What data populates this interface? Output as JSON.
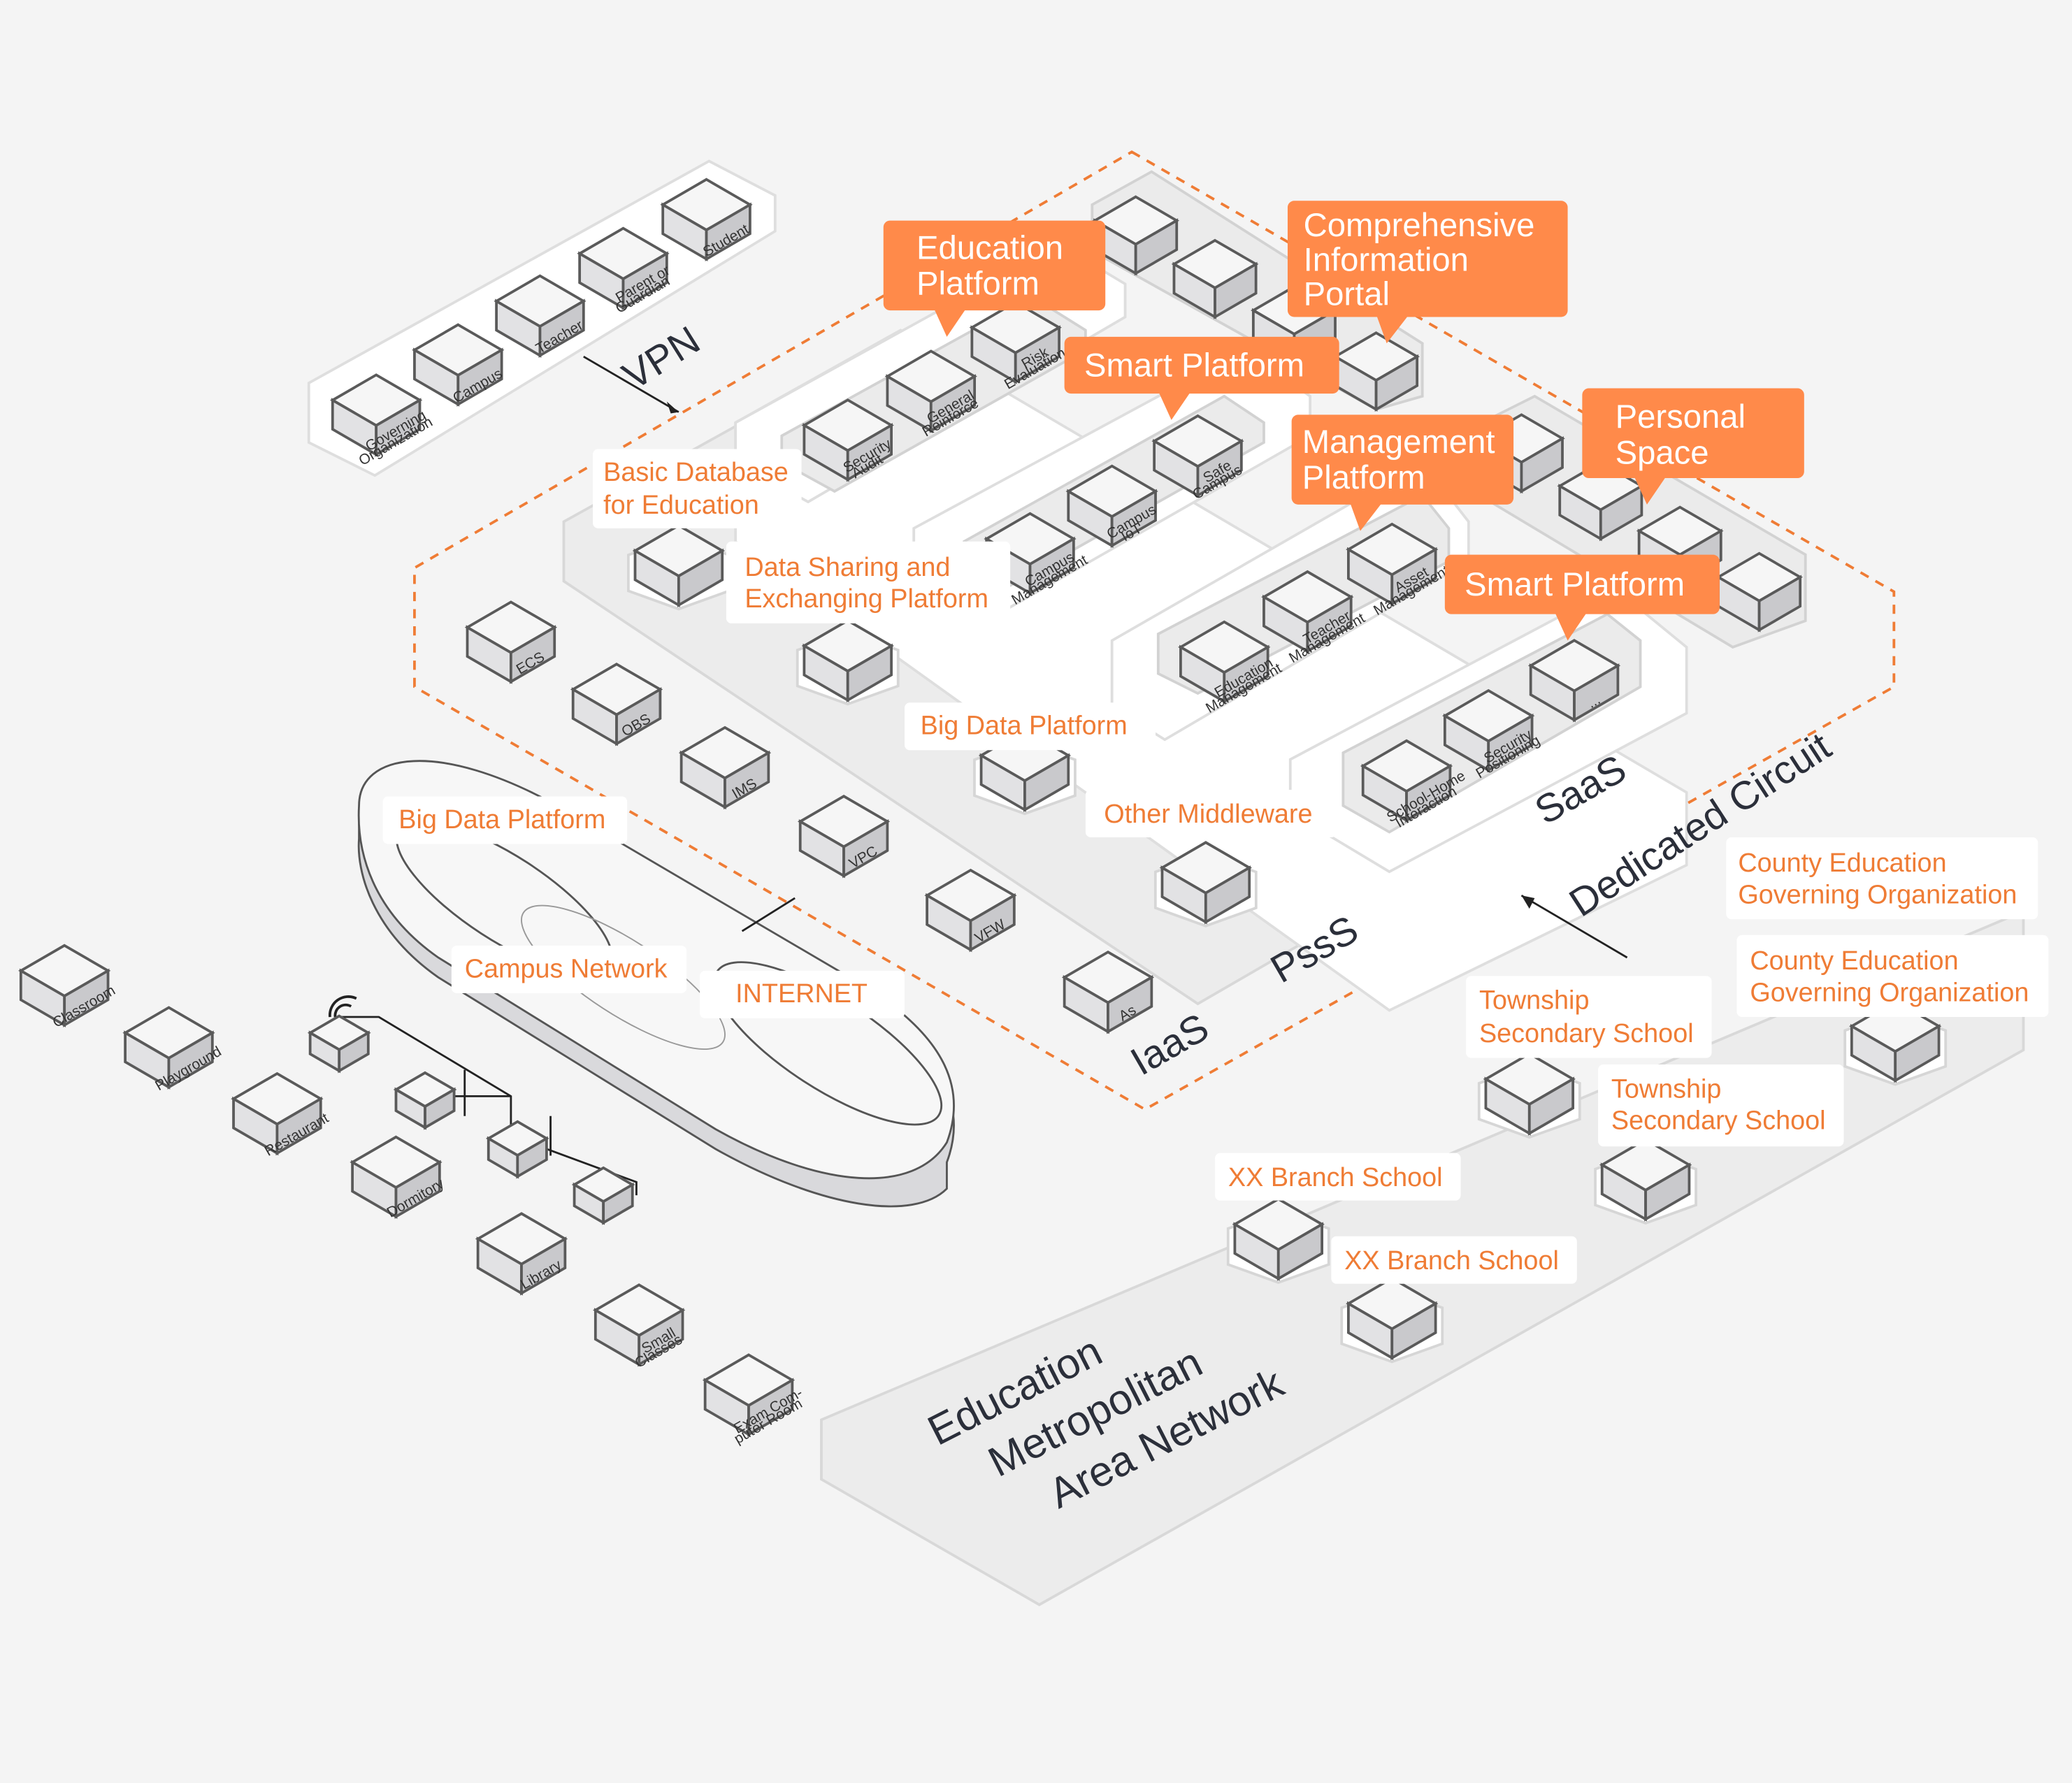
{
  "callouts": {
    "education_platform": [
      "Education",
      "Platform"
    ],
    "comprehensive_portal": [
      "Comprehensive",
      "Information",
      "Portal"
    ],
    "smart_platform_1": "Smart Platform",
    "management_platform": [
      "Management",
      "Platform"
    ],
    "personal_space": [
      "Personal",
      "Space"
    ],
    "smart_platform_2": "Smart Platform"
  },
  "labels": {
    "basic_database": [
      "Basic Database",
      "for Education"
    ],
    "data_sharing": [
      "Data Sharing and",
      "Exchanging Platform"
    ],
    "big_data_platform_1": "Big Data Platform",
    "other_middleware": "Other Middleware",
    "big_data_platform_2": "Big Data Platform",
    "campus_network": "Campus Network",
    "internet": "INTERNET",
    "county_edu_1": [
      "County Education",
      "Governing Organization"
    ],
    "county_edu_2": [
      "County Education",
      "Governing Organization"
    ],
    "township_1": [
      "Township",
      "Secondary School"
    ],
    "township_2": [
      "Township",
      "Secondary School"
    ],
    "branch_1": "XX Branch School",
    "branch_2": "XX Branch School"
  },
  "layers": {
    "vpn": "VPN",
    "saas": "SaaS",
    "pass": "PssS",
    "iaas": "IaaS",
    "dedicated": "Dedicated Circuit",
    "metro": [
      "Education",
      "Metropolitan",
      "Area Network"
    ]
  },
  "vpn_boxes": [
    [
      "Governing",
      "Organization"
    ],
    [
      "Campus"
    ],
    [
      "Teacher"
    ],
    [
      "Parent or",
      "Guardian"
    ],
    [
      "Student"
    ]
  ],
  "iaas_boxes": [
    "ECS",
    "OBS",
    "IMS",
    "VPC",
    "VFW",
    "As"
  ],
  "edu_platform_boxes": [
    [
      "Security",
      "Audit"
    ],
    [
      "General",
      "Reinforce"
    ],
    [
      "Risk",
      "Evaluation"
    ]
  ],
  "smart_platform_boxes": [
    [
      "Campus",
      "Management"
    ],
    [
      "Campus",
      "IoT"
    ],
    [
      "Safe",
      "Campus"
    ]
  ],
  "management_boxes": [
    [
      "Education",
      "Management"
    ],
    [
      "Teacher",
      "Management"
    ],
    [
      "Asset",
      "Management"
    ]
  ],
  "smart2_boxes": [
    [
      "School-Home",
      "Interaction"
    ],
    [
      "Security",
      "Positioning"
    ],
    [
      "..."
    ]
  ],
  "campus_boxes": [
    [
      "Classroom"
    ],
    [
      "Playground"
    ],
    [
      "Restaurant"
    ],
    [
      "Dormitory"
    ],
    [
      "Library"
    ],
    [
      "Small",
      "Classes"
    ],
    [
      "Exam Com-",
      "puter Room"
    ]
  ],
  "colors": {
    "accent": "#ff8a4a",
    "accent_text": "#ef7c35",
    "dashed": "#ef7c35"
  }
}
